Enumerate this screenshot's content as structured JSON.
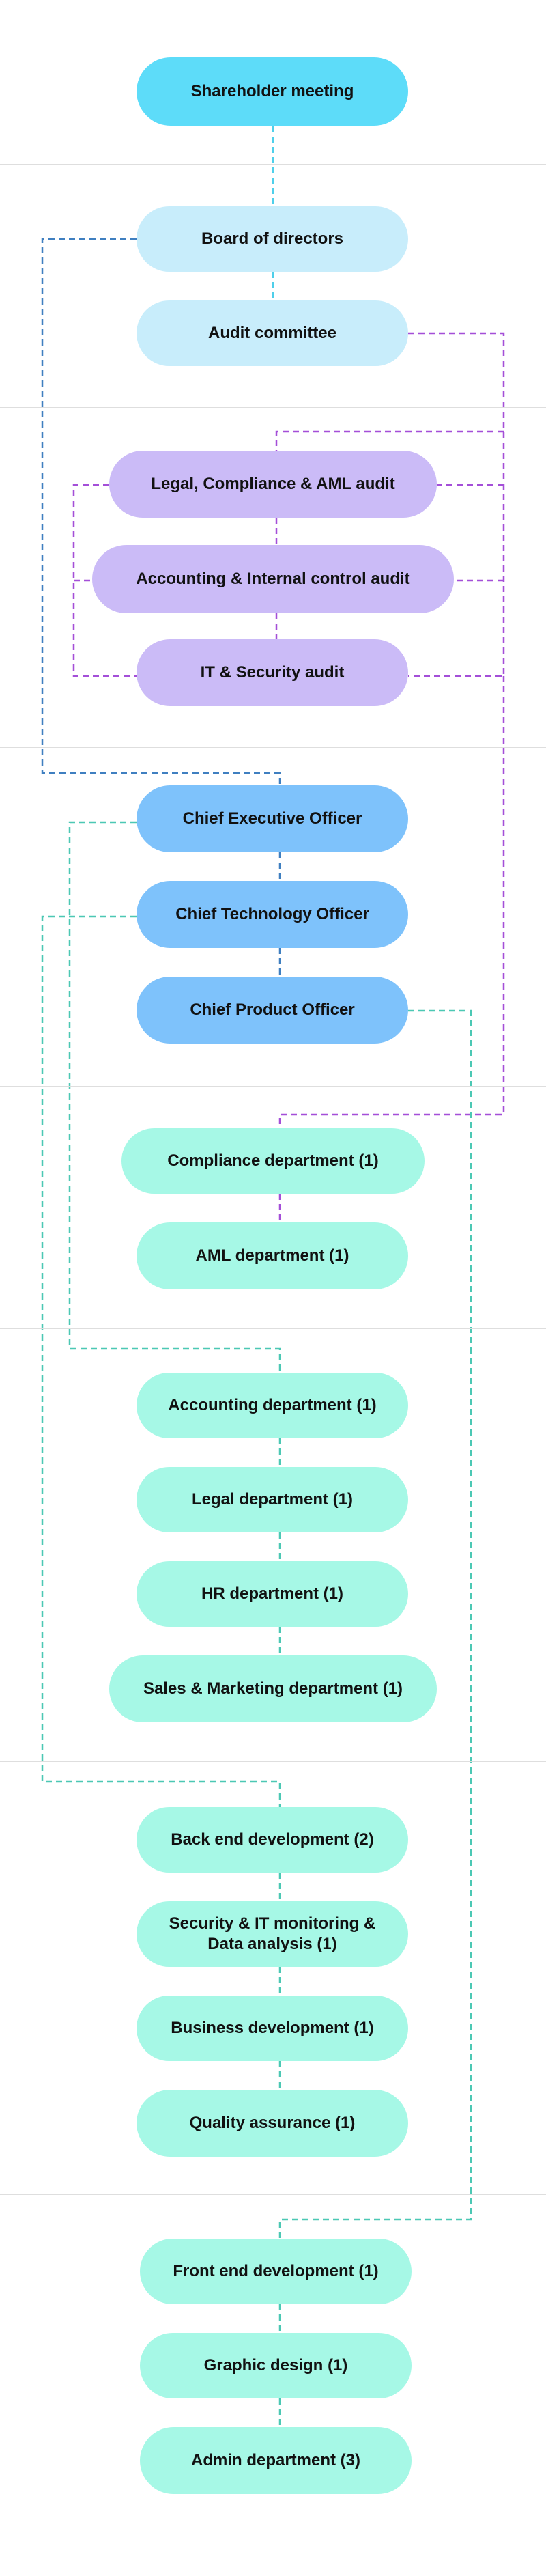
{
  "colors": {
    "shareholder": "#5ddcf9",
    "board": "#c8edfb",
    "audit": "#cbbbf7",
    "executive": "#7ec2fb",
    "department": "#a6f8e6",
    "line_cyan": "#4fcfea",
    "line_teal": "#4cc8b4",
    "line_blue": "#3f7fc0",
    "line_purple": "#a44fd8",
    "separator": "#dedede"
  },
  "nodes": {
    "shareholder": {
      "label": "Shareholder meeting"
    },
    "board": {
      "label": "Board of directors"
    },
    "audit_committee": {
      "label": "Audit committee"
    },
    "legal_audit": {
      "label": "Legal, Compliance & AML audit"
    },
    "accounting_audit": {
      "label": "Accounting & Internal control audit"
    },
    "it_audit": {
      "label": "IT & Security audit"
    },
    "ceo": {
      "label": "Chief Executive Officer"
    },
    "cto": {
      "label": "Chief Technology Officer"
    },
    "cpo": {
      "label": "Chief Product Officer"
    },
    "compliance": {
      "label": "Compliance department (1)"
    },
    "aml": {
      "label": "AML department (1)"
    },
    "accounting": {
      "label": "Accounting department (1)"
    },
    "legal": {
      "label": "Legal department (1)"
    },
    "hr": {
      "label": "HR department (1)"
    },
    "sales": {
      "label": "Sales & Marketing department (1)"
    },
    "backend": {
      "label": "Back end development (2)"
    },
    "security": {
      "label": "Security & IT monitoring &\nData analysis (1)"
    },
    "business": {
      "label": "Business development (1)"
    },
    "qa": {
      "label": "Quality assurance (1)"
    },
    "frontend": {
      "label": "Front end development (1)"
    },
    "graphic": {
      "label": "Graphic design (1)"
    },
    "admin": {
      "label": "Admin department (3)"
    }
  }
}
